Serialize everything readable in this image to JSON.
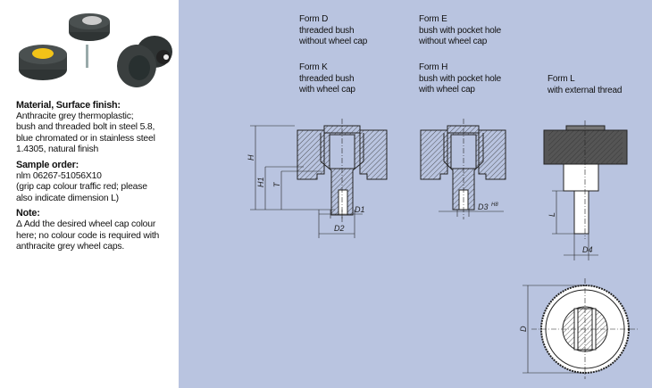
{
  "material": {
    "heading": "Material, Surface finish:",
    "lines": [
      "Anthracite grey thermoplastic;",
      "bush and threaded bolt in steel 5.8,",
      "blue chromated or in stainless steel",
      "1.4305, natural finish"
    ]
  },
  "sample": {
    "heading": "Sample order:",
    "lines": [
      "nlm 06267-51056X10",
      "(grip cap colour traffic red; please",
      "also indicate dimension L)"
    ]
  },
  "note": {
    "heading": "Note:",
    "lines": [
      "Δ Add the desired wheel cap colour",
      "here; no colour code is required with",
      "anthracite grey wheel caps."
    ]
  },
  "forms": {
    "d": [
      "Form D",
      "threaded bush",
      "without wheel cap"
    ],
    "e": [
      "Form E",
      "bush with pocket hole",
      "without wheel cap"
    ],
    "k": [
      "Form K",
      "threaded bush",
      "with wheel cap"
    ],
    "h": [
      "Form H",
      "bush with pocket hole",
      "with wheel cap"
    ],
    "l": [
      "Form L",
      "with external thread"
    ]
  },
  "dims": {
    "H": "H",
    "H1": "H1",
    "T": "T",
    "D1": "D1",
    "D2": "D2",
    "D3": "D3",
    "D3_tol": "H8",
    "L": "L",
    "D4": "D4",
    "D": "D"
  },
  "colors": {
    "panel": "#b9c4e0",
    "knob": "#3a3f3f",
    "cap_yellow": "#f2c318"
  }
}
